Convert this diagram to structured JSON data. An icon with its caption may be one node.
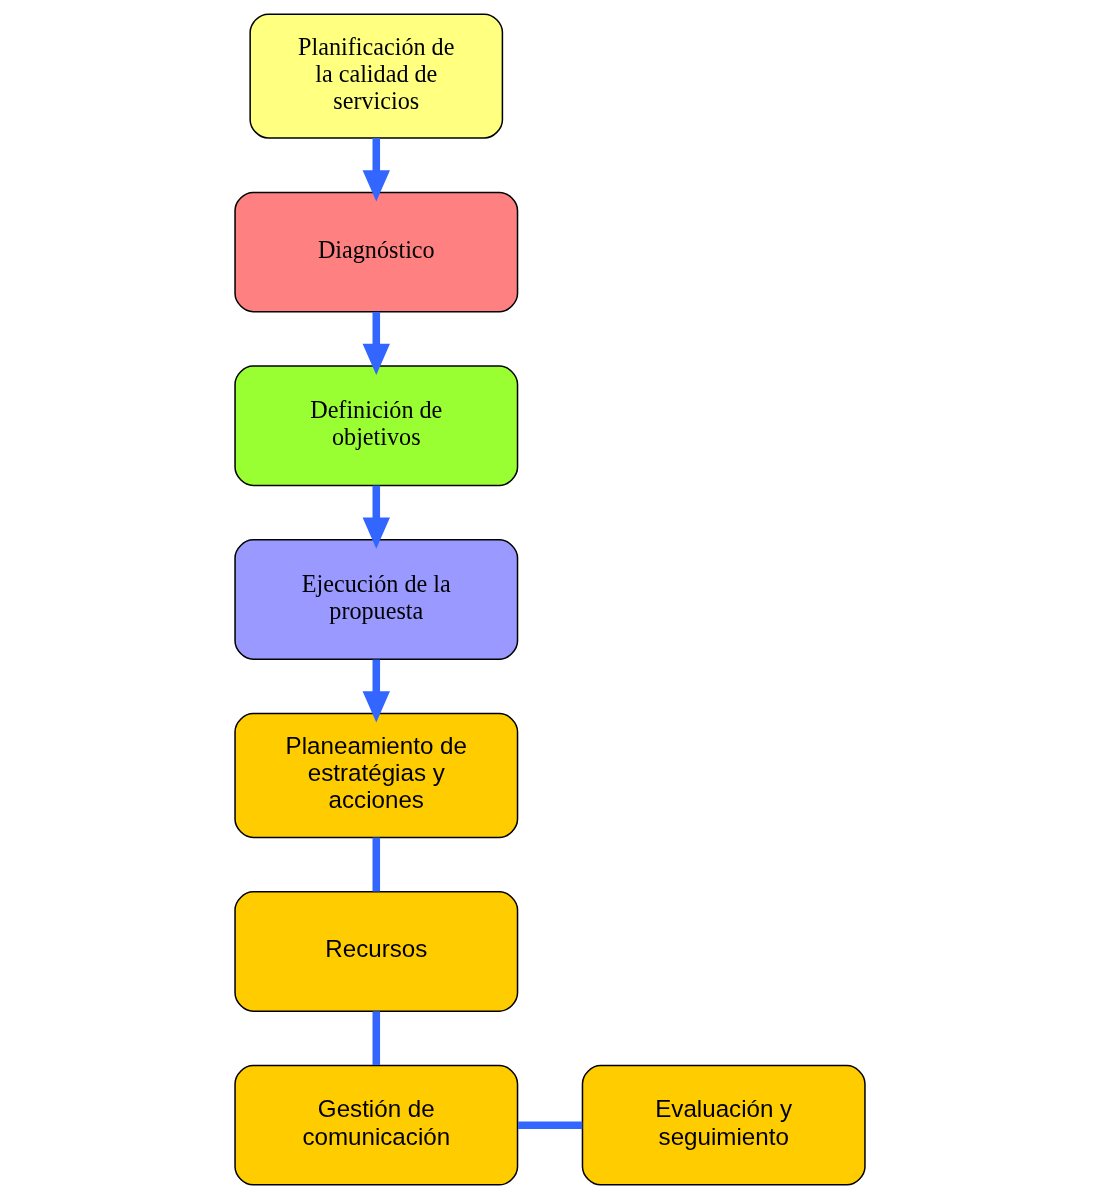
{
  "diagram": {
    "nodes": [
      {
        "text": [
          "Planificación de la calidad de servicios"
        ]
      },
      {
        "text": [
          "Diagnóstico"
        ]
      },
      {
        "text": [
          "Definición de objetivos"
        ]
      },
      {
        "text": [
          "Ejecución de la propuesta"
        ]
      },
      {
        "text": [
          "Planeamiento de estratégias y acciones"
        ]
      },
      {
        "text": [
          "Recursos"
        ]
      },
      {
        "text": [
          "Gestión de comunicación"
        ]
      },
      {
        "text": [
          "Evaluación y seguimiento"
        ]
      }
    ],
    "edges": [
      {
        "from": 0,
        "to": 1,
        "arrow": "to"
      },
      {
        "from": 1,
        "to": 2,
        "arrow": "to"
      },
      {
        "from": 2,
        "to": 3,
        "arrow": "to"
      },
      {
        "from": 3,
        "to": 4,
        "arrow": "to"
      },
      {
        "from": 4,
        "to": 5,
        "arrow": "none"
      },
      {
        "from": 5,
        "to": 6,
        "arrow": "none"
      },
      {
        "from": 6,
        "to": 7,
        "arrow": "none"
      }
    ]
  }
}
